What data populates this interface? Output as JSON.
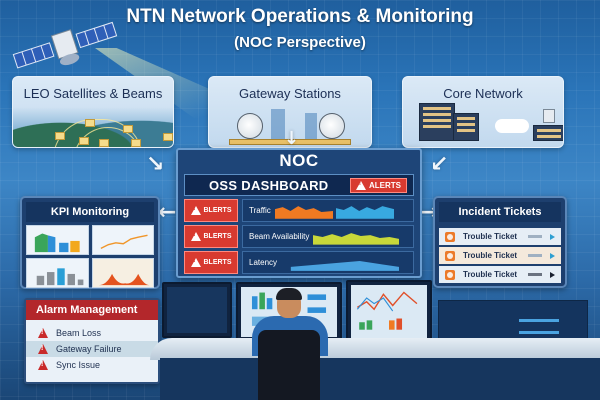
{
  "title": {
    "line1": "NTN Network Operations & Monitoring",
    "line2": "(NOC Perspective)"
  },
  "top_panels": {
    "leo": {
      "label": "LEO Satellites & Beams",
      "icon": "satellite-constellation-icon"
    },
    "gateway": {
      "label": "Gateway Stations",
      "icon": "satellite-dish-icon"
    },
    "core": {
      "label": "Core Network",
      "icon": "server-cloud-icon"
    }
  },
  "noc": {
    "title": "NOC",
    "dashboard_title": "OSS DASHBOARD",
    "alerts_label": "ALERTS",
    "rows": [
      {
        "alert_label": "BLERTS",
        "metric": "Traffic",
        "colors": [
          "#f07a22",
          "#38a9e0"
        ]
      },
      {
        "alert_label": "BLERTS",
        "metric": "Beam Availability",
        "colors": [
          "#c8d83a"
        ]
      },
      {
        "alert_label": "BLERTS",
        "metric": "Latency",
        "colors": [
          "#4aa3e0"
        ]
      }
    ]
  },
  "kpi": {
    "title": "KPI Monitoring",
    "charts": [
      {
        "type": "area-bar",
        "colors": [
          "#3aa55a",
          "#2e8fd8",
          "#f2a81d"
        ]
      },
      {
        "type": "line",
        "colors": [
          "#f0962a"
        ]
      },
      {
        "type": "bar",
        "colors": [
          "#8a9097",
          "#2a9fd6"
        ]
      },
      {
        "type": "area",
        "colors": [
          "#e4531e"
        ]
      }
    ]
  },
  "alarm": {
    "title": "Alarm Management",
    "items": [
      "Beam Loss",
      "Gateway Failure",
      "Sync Issue"
    ]
  },
  "tickets": {
    "title": "Incident Tickets",
    "items": [
      "Trouble Ticket",
      "Trouble Ticket",
      "Trouble Ticket"
    ]
  },
  "colors": {
    "background": "#2a74b8",
    "panel_dark": "#1d3f6e",
    "alert_red": "#d83a30",
    "alarm_header": "#b3272b",
    "ticket_orange": "#ec7a2a"
  }
}
